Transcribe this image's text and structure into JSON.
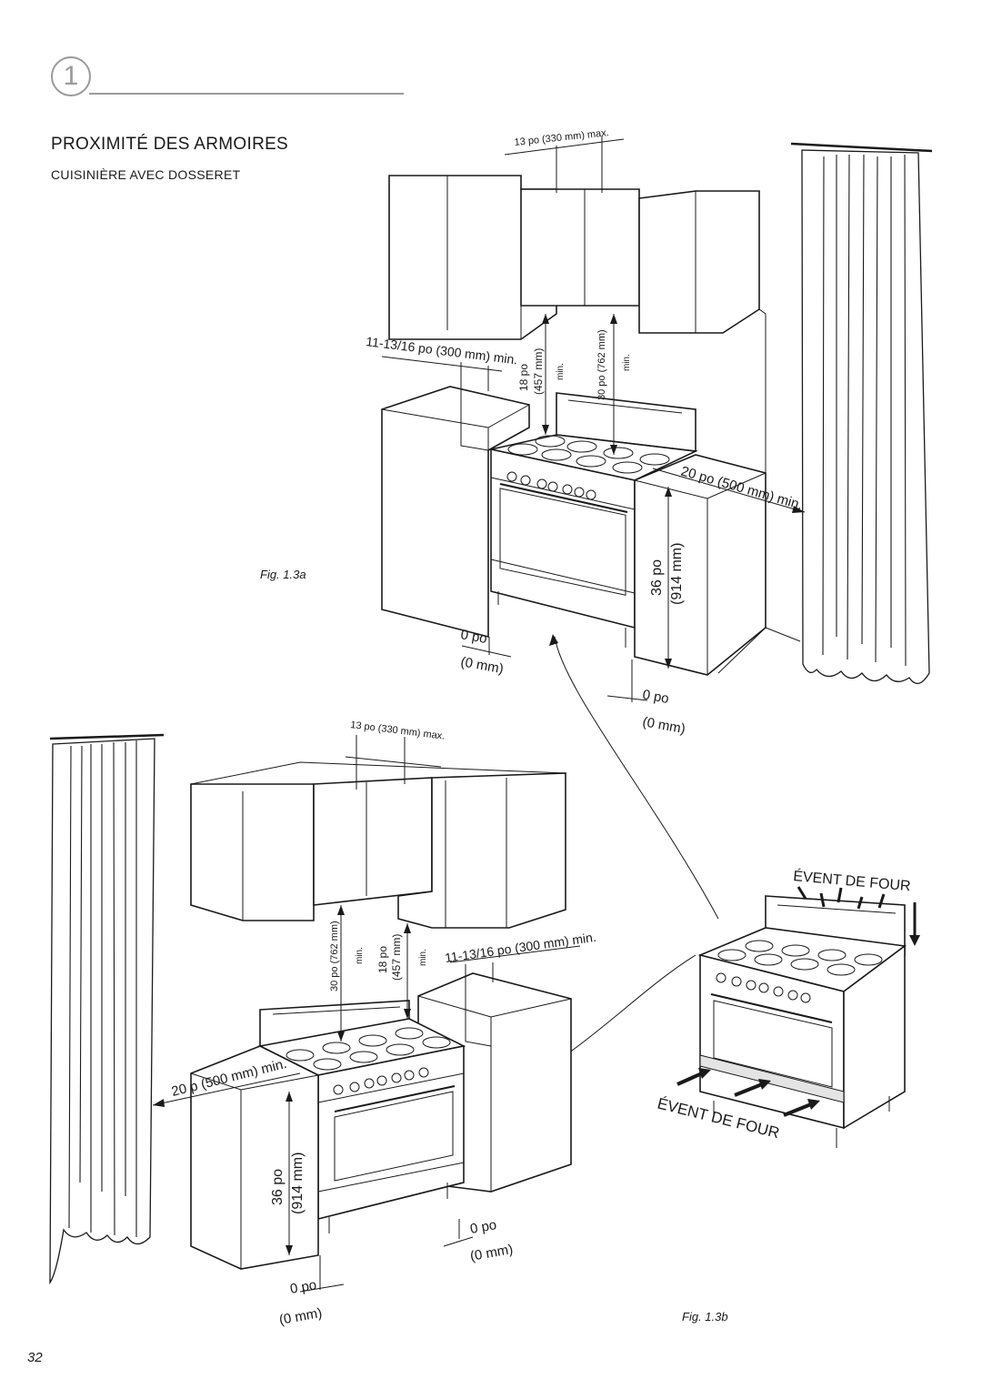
{
  "header": {
    "chapter_number": "1",
    "title": "PROXIMITÉ DES ARMOIRES",
    "subtitle": "CUISINIÈRE AVEC DOSSERET"
  },
  "fig_a": {
    "label": "Fig. 1.3a",
    "dim_top_max": "13 po (330 mm) max.",
    "dim_side_min": "11-13/16 po (300 mm) min.",
    "dim_18_po": "18 po",
    "dim_457_mm": "(457 mm)",
    "dim_18_min": "min.",
    "dim_30_po": "30 po (762 mm)",
    "dim_30_min": "min.",
    "dim_20_min": "20 po (500 mm) min.",
    "dim_36_po": "36 po",
    "dim_914_mm": "(914 mm)",
    "gap_left_po": "0 po",
    "gap_left_mm": "(0 mm)",
    "gap_right_po": "0 po",
    "gap_right_mm": "(0 mm)"
  },
  "fig_b": {
    "label": "Fig. 1.3b",
    "dim_top_max": "13 po (330 mm) max.",
    "dim_side_min": "11-13/16 po (300 mm) min.",
    "dim_30_po": "30 po (762 mm)",
    "dim_30_min": "min.",
    "dim_18_po": "18 po",
    "dim_457_mm": "(457 mm)",
    "dim_18_min": "min.",
    "dim_20_min": "20 p (500 mm) min.",
    "dim_36_po": "36 po",
    "dim_914_mm": "(914 mm)",
    "gap_right_po": "0 po",
    "gap_right_mm": "(0 mm)",
    "gap_left_po": "0 po",
    "gap_left_mm": "(0 mm)"
  },
  "vent": {
    "top_label": "ÉVENT DE FOUR",
    "bottom_label": "ÉVENT DE FOUR"
  },
  "footer": {
    "page_number": "32"
  }
}
